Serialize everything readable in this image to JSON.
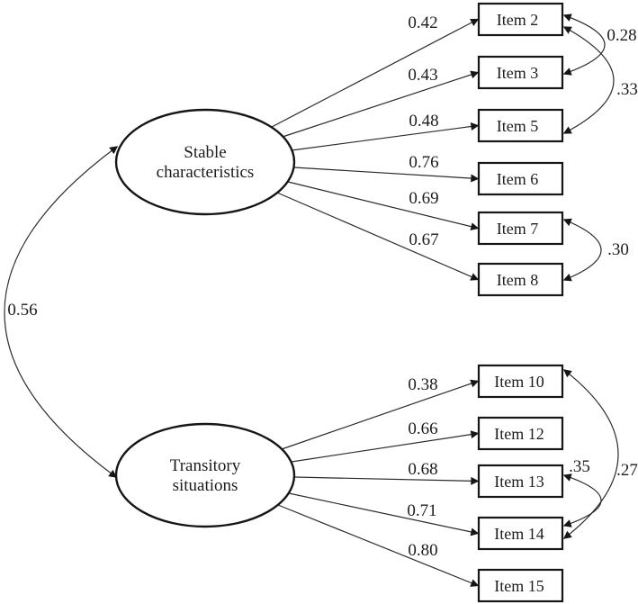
{
  "diagram": {
    "kind": "confirmatory factor analysis path diagram",
    "background_color": "#ffffff",
    "stroke_color": "#161616",
    "factor_correlation": {
      "value": "0.56",
      "between": [
        "Stable characteristics",
        "Transitory situations"
      ]
    },
    "factors": [
      {
        "label": [
          "Stable",
          "characteristics"
        ],
        "items": [
          {
            "name": "Item 2",
            "loading": "0.42"
          },
          {
            "name": "Item 3",
            "loading": "0.43"
          },
          {
            "name": "Item 5",
            "loading": "0.48"
          },
          {
            "name": "Item 6",
            "loading": "0.76"
          },
          {
            "name": "Item 7",
            "loading": "0.69"
          },
          {
            "name": "Item 8",
            "loading": "0.67"
          }
        ]
      },
      {
        "label": [
          "Transitory",
          "situations"
        ],
        "items": [
          {
            "name": "Item 10",
            "loading": "0.38"
          },
          {
            "name": "Item 12",
            "loading": "0.66"
          },
          {
            "name": "Item 13",
            "loading": "0.68"
          },
          {
            "name": "Item 14",
            "loading": "0.71"
          },
          {
            "name": "Item 15",
            "loading": "0.80"
          }
        ]
      }
    ],
    "error_covariances": [
      {
        "between": [
          "Item 2",
          "Item 3"
        ],
        "value": "0.28"
      },
      {
        "between": [
          "Item 2",
          "Item 5"
        ],
        "value": ".33"
      },
      {
        "between": [
          "Item 7",
          "Item 8"
        ],
        "value": ".30"
      },
      {
        "between": [
          "Item 13",
          "Item 14"
        ],
        "value": ".35"
      },
      {
        "between": [
          "Item 10",
          "Item 14"
        ],
        "value": ".27"
      }
    ]
  }
}
